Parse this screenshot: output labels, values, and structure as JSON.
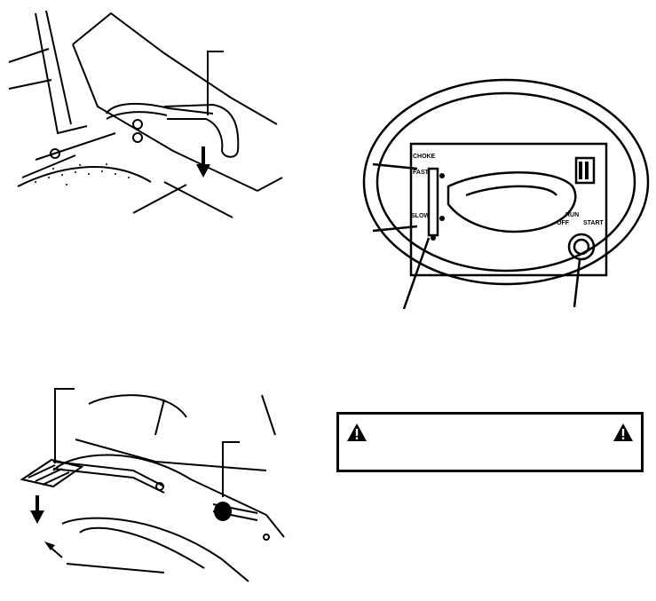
{
  "dash_labels": {
    "choke": "CHOKE",
    "fast": "FAST",
    "slow": "SLOW",
    "run": "RUN",
    "off": "OFF",
    "start": "START"
  },
  "warning": {
    "left_icon": "warning-triangle-icon",
    "right_icon": "warning-triangle-icon"
  },
  "colors": {
    "ink": "#000000",
    "paper": "#ffffff"
  }
}
